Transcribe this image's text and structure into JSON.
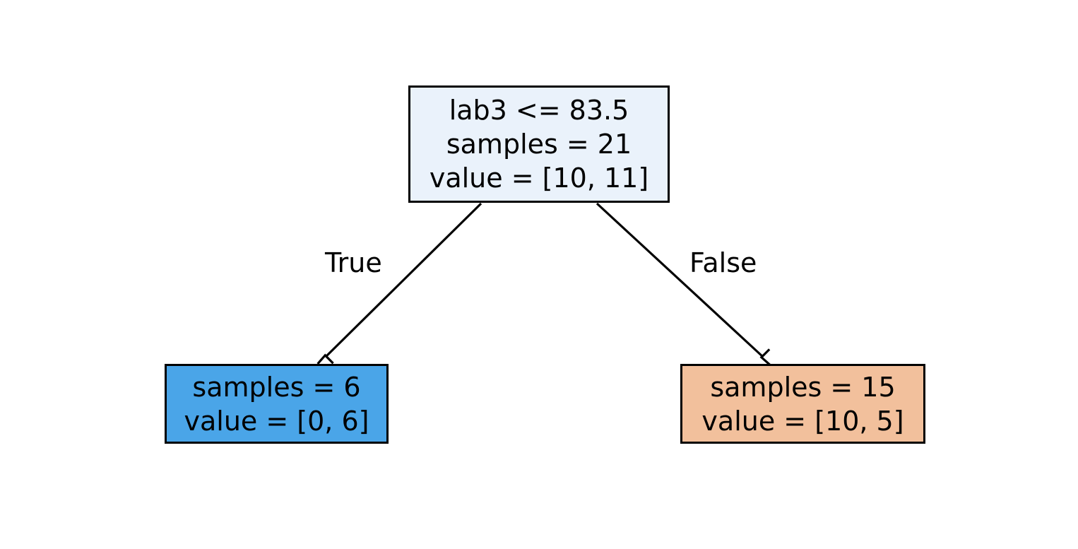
{
  "diagram": {
    "type": "decision-tree",
    "title": "",
    "background_color": "#ffffff",
    "border_color": "#000000"
  },
  "nodes": {
    "root": {
      "id": "root",
      "role": "decision-node",
      "fill": "#eaf2fb",
      "lines": {
        "condition": "lab3 <= 83.5",
        "samples": "samples = 21",
        "value": "value = [10, 11]"
      },
      "samples_count": 21,
      "class_values": [
        10,
        11
      ],
      "split_feature": "lab3",
      "split_threshold": 83.5
    },
    "leaf_true": {
      "id": "leaf_true",
      "role": "leaf-node",
      "fill": "#4aa5e8",
      "lines": {
        "samples": "samples = 6",
        "value": "value = [0, 6]"
      },
      "samples_count": 6,
      "class_values": [
        0,
        6
      ]
    },
    "leaf_false": {
      "id": "leaf_false",
      "role": "leaf-node",
      "fill": "#f2c09c",
      "lines": {
        "samples": "samples = 15",
        "value": "value = [10, 5]"
      },
      "samples_count": 15,
      "class_values": [
        10,
        5
      ]
    }
  },
  "edges": {
    "true_branch": {
      "label": "True",
      "from": "root",
      "to": "leaf_true"
    },
    "false_branch": {
      "label": "False",
      "from": "root",
      "to": "leaf_false"
    }
  }
}
